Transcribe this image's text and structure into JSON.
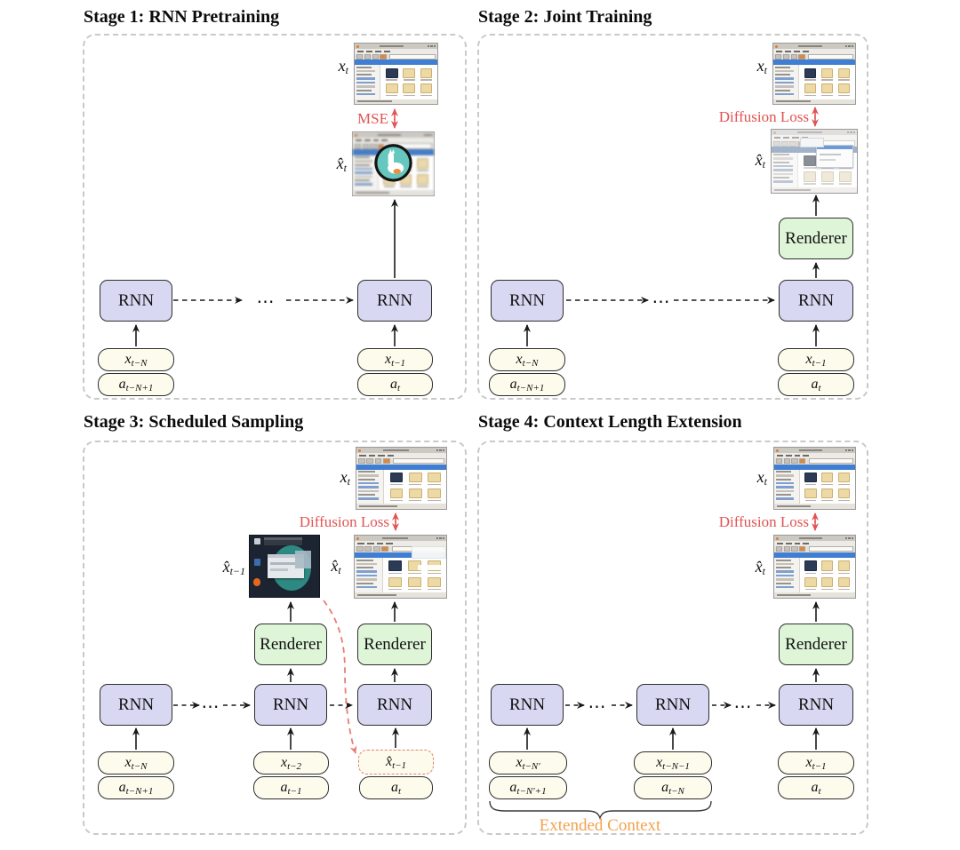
{
  "symbols": {
    "dots": "⋯"
  },
  "colors": {
    "rnn_fill": "#d8d8f3",
    "renderer_fill": "#def5d8",
    "input_fill": "#fcfbec",
    "loss_red": "#e05454",
    "scheduled_sampling_red": "#e87d72",
    "context_orange": "#f2a24e",
    "box_border": "#2e2e2e",
    "panel_border": "#c9c9c9"
  },
  "stages": [
    {
      "title": "Stage 1: RNN Pretraining",
      "loss_label": "MSE",
      "rnn_label": "RNN",
      "obs": {
        "base": "x",
        "sub": "t"
      },
      "pred": {
        "base": "x̂",
        "sub": "t"
      },
      "columns": {
        "left": {
          "x": {
            "base": "x",
            "sub": "t−N"
          },
          "a": {
            "base": "a",
            "sub": "t−N+1"
          }
        },
        "right": {
          "x": {
            "base": "x",
            "sub": "t−1"
          },
          "a": {
            "base": "a",
            "sub": "t"
          }
        }
      }
    },
    {
      "title": "Stage 2: Joint Training",
      "loss_label": "Diffusion Loss",
      "rnn_label": "RNN",
      "renderer_label": "Renderer",
      "obs": {
        "base": "x",
        "sub": "t"
      },
      "pred": {
        "base": "x̂",
        "sub": "t"
      },
      "columns": {
        "left": {
          "x": {
            "base": "x",
            "sub": "t−N"
          },
          "a": {
            "base": "a",
            "sub": "t−N+1"
          }
        },
        "right": {
          "x": {
            "base": "x",
            "sub": "t−1"
          },
          "a": {
            "base": "a",
            "sub": "t"
          }
        }
      }
    },
    {
      "title": "Stage 3: Scheduled Sampling",
      "loss_label": "Diffusion Loss",
      "rnn_label": "RNN",
      "renderer_label": "Renderer",
      "obs": {
        "base": "x",
        "sub": "t"
      },
      "pred": {
        "base": "x̂",
        "sub": "t"
      },
      "pred_prev": {
        "base": "x̂",
        "sub": "t−1"
      },
      "columns": {
        "left": {
          "x": {
            "base": "x",
            "sub": "t−N"
          },
          "a": {
            "base": "a",
            "sub": "t−N+1"
          }
        },
        "middle": {
          "x": {
            "base": "x",
            "sub": "t−2"
          },
          "a": {
            "base": "a",
            "sub": "t−1"
          }
        },
        "right": {
          "x": {
            "base": "x̂",
            "sub": "t−1"
          },
          "a": {
            "base": "a",
            "sub": "t"
          }
        }
      }
    },
    {
      "title": "Stage 4: Context Length Extension",
      "loss_label": "Diffusion Loss",
      "rnn_label": "RNN",
      "renderer_label": "Renderer",
      "brace_label": "Extended Context",
      "obs": {
        "base": "x",
        "sub": "t"
      },
      "pred": {
        "base": "x̂",
        "sub": "t"
      },
      "columns": {
        "left": {
          "x": {
            "base": "x",
            "sub": "t−N′"
          },
          "a": {
            "base": "a",
            "sub": "t−N′+1"
          }
        },
        "middle": {
          "x": {
            "base": "x",
            "sub": "t−N−1"
          },
          "a": {
            "base": "a",
            "sub": "t−N"
          }
        },
        "right": {
          "x": {
            "base": "x",
            "sub": "t−1"
          },
          "a": {
            "base": "a",
            "sub": "t"
          }
        }
      }
    }
  ]
}
